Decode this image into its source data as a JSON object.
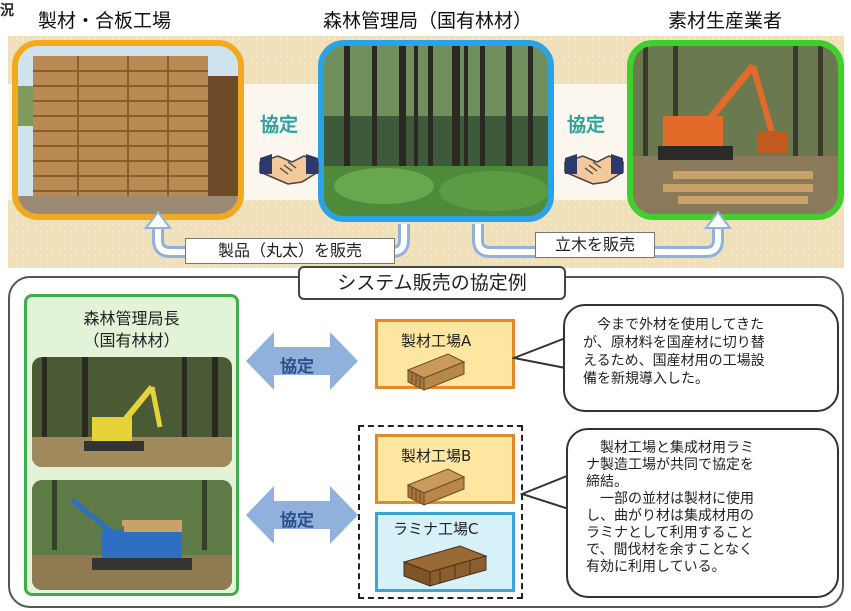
{
  "header": {
    "left_title": "製材・合板工場",
    "center_title": "森林管理局（国有林材）",
    "right_title": "素材生産業者",
    "corner_fragment": "況"
  },
  "top_flow": {
    "agreement_left": "協定",
    "agreement_right": "協定",
    "sell_products": "製品（丸太）を販売",
    "sell_standing": "立木を販売"
  },
  "section": {
    "title": "システム販売の協定例"
  },
  "left_panel": {
    "title_line1": "森林管理局長",
    "title_line2": "（国有林材）"
  },
  "examples": [
    {
      "agreement": "協定",
      "factories": [
        "製材工場A"
      ],
      "note_lines": [
        "　今まで外材を使用してきた",
        "が、原材料を国産材に切り替",
        "えるため、国産材用の工場設",
        "備を新規導入した。"
      ]
    },
    {
      "agreement": "協定",
      "factories": [
        "製材工場B",
        "ラミナ工場C"
      ],
      "note_lines": [
        "　製材工場と集成材用ラミ",
        "ナ製造工場が共同で協定を",
        "締結。",
        "　一部の並材は製材に使用",
        "し、曲がり材は集成材用の",
        "ラミナとして利用すること",
        "で、間伐材を余すことなく",
        "有効に利用している。"
      ]
    }
  ],
  "colors": {
    "orange_frame": "#f2a91e",
    "blue_frame": "#2aa3e6",
    "green_frame": "#3ed12b",
    "agreement_text": "#2aa3a0",
    "arrow_blue": "#8fb1dc",
    "panel_green": "#3fae4a",
    "factory_orange": "#e08a2a",
    "factory_fill": "#fde7a0",
    "lamina_fill": "#d6f1f7"
  },
  "icons": [
    "handshake-icon",
    "lumber-stack-icon",
    "u-arrow-icon",
    "double-arrow-icon"
  ]
}
